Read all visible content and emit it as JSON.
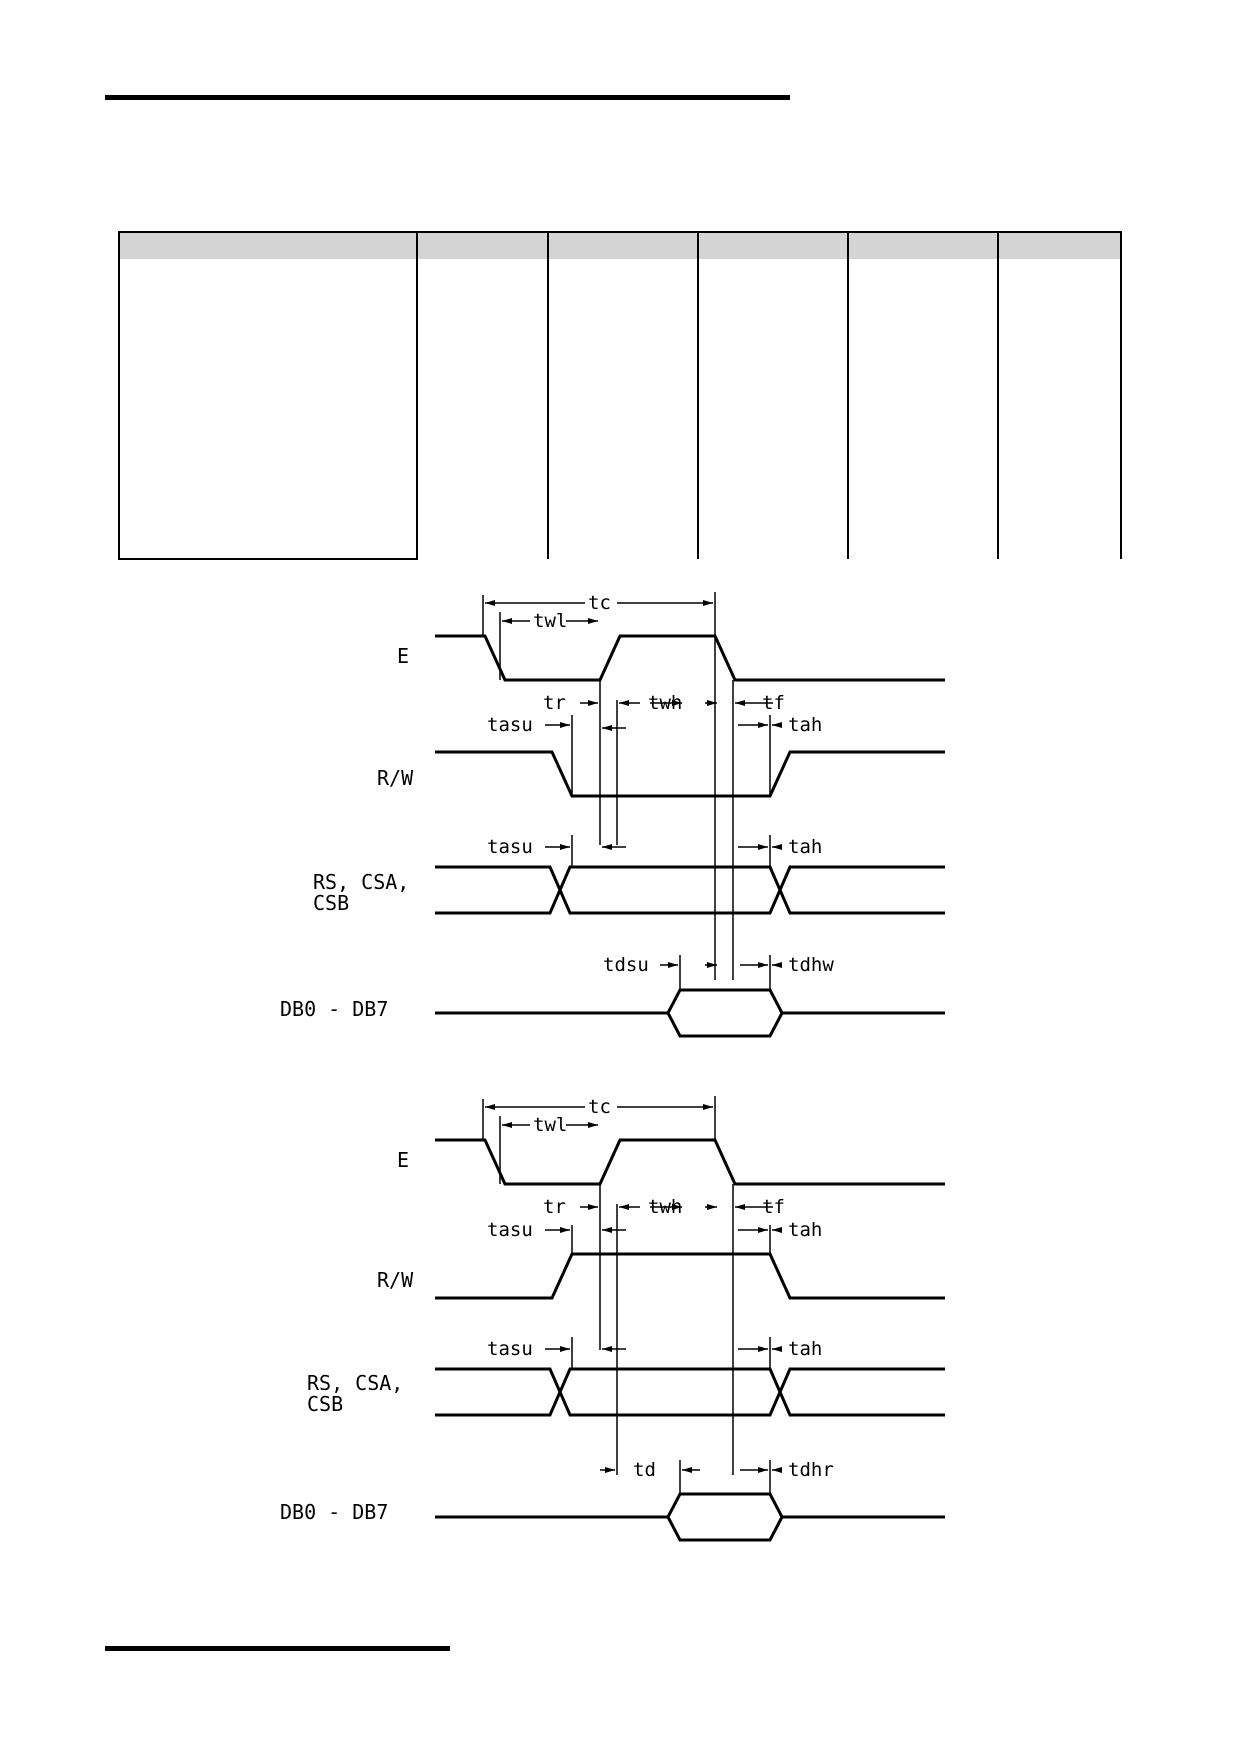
{
  "write_diagram": {
    "signals": {
      "e": "E",
      "rw": "R/W",
      "rs_line1": "RS, CSA,",
      "rs_line2": "CSB",
      "db": "DB0 - DB7"
    },
    "timings": {
      "tc": "tc",
      "twl": "twl",
      "tr": "tr",
      "twh": "twh",
      "tf": "tf",
      "tasu_rw": "tasu",
      "tah_rw": "tah",
      "tasu_rs": "tasu",
      "tah_rs": "tah",
      "tdsu": "tdsu",
      "tdhw": "tdhw"
    }
  },
  "read_diagram": {
    "signals": {
      "e": "E",
      "rw": "R/W",
      "rs_line1": "RS, CSA,",
      "rs_line2": "CSB",
      "db": "DB0 - DB7"
    },
    "timings": {
      "tc": "tc",
      "twl": "twl",
      "tr": "tr",
      "twh": "twh",
      "tf": "tf",
      "tasu_rw": "tasu",
      "tah_rw": "tah",
      "tasu_rs": "tasu",
      "tah_rs": "tah",
      "td": "td",
      "tdhr": "tdhr"
    }
  }
}
